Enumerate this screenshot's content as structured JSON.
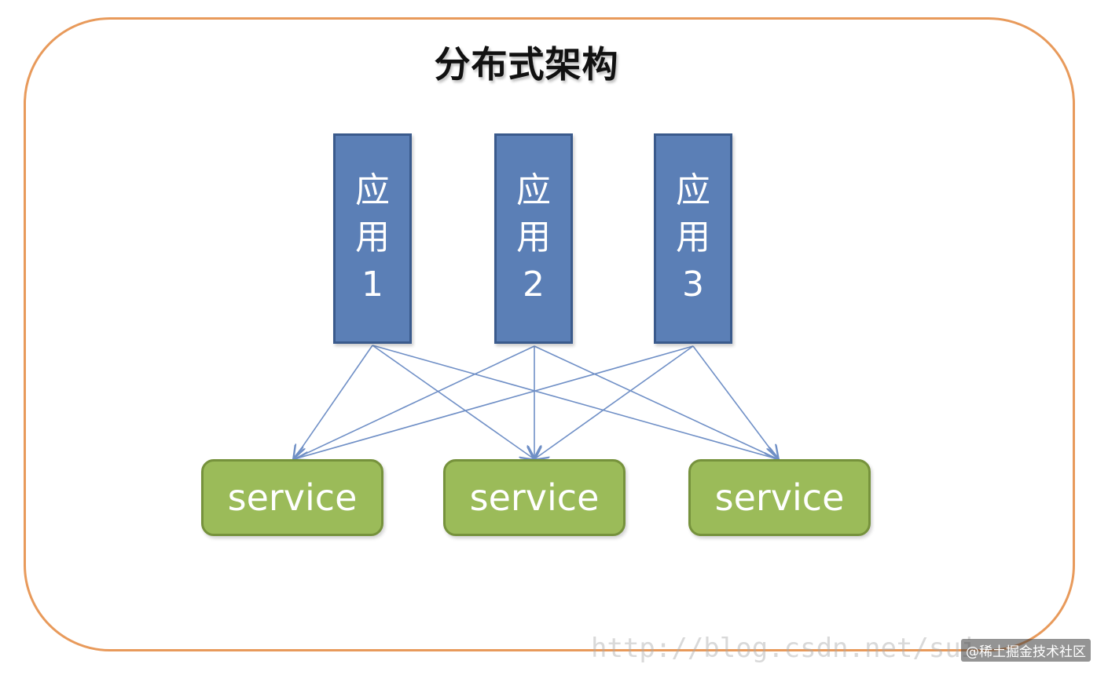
{
  "title": "分布式架构",
  "apps": [
    {
      "line1": "应",
      "line2": "用",
      "line3": "1"
    },
    {
      "line1": "应",
      "line2": "用",
      "line3": "2"
    },
    {
      "line1": "应",
      "line2": "用",
      "line3": "3"
    }
  ],
  "services": [
    {
      "label": "service"
    },
    {
      "label": "service"
    },
    {
      "label": "service"
    }
  ],
  "connections": "every app connects to every service",
  "watermark": {
    "url": "http://blog.csdn.net/sui",
    "badge": "@稀土掘金技术社区"
  },
  "colors": {
    "frame": "#E89A5B",
    "app_fill": "#5B7FB6",
    "app_border": "#3A5A8C",
    "service_fill": "#9BBB59",
    "service_border": "#76923C",
    "arrow": "#6F8FC6"
  }
}
